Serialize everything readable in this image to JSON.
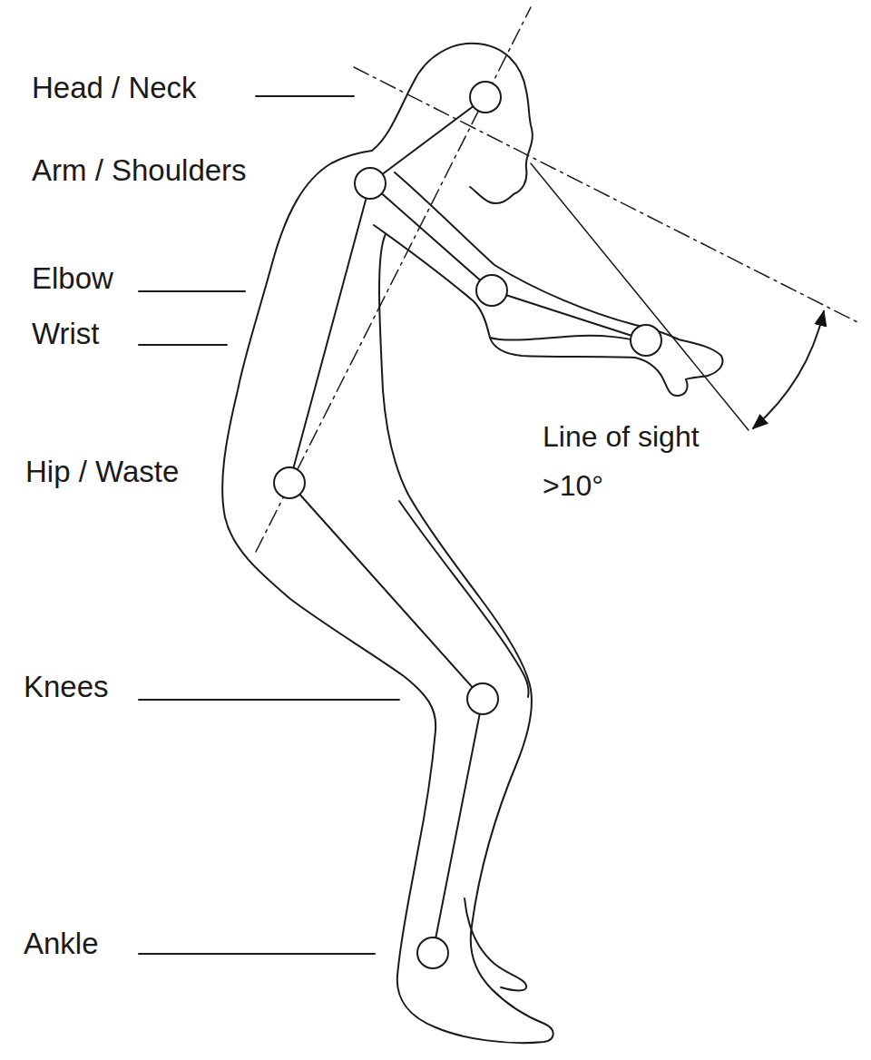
{
  "diagram": {
    "labels": [
      "Head / Neck",
      "Arm / Shoulders",
      "Elbow",
      "Wrist",
      "Hip / Waste",
      "Knees",
      "Ankle",
      "Line of sight >10°"
    ]
  }
}
